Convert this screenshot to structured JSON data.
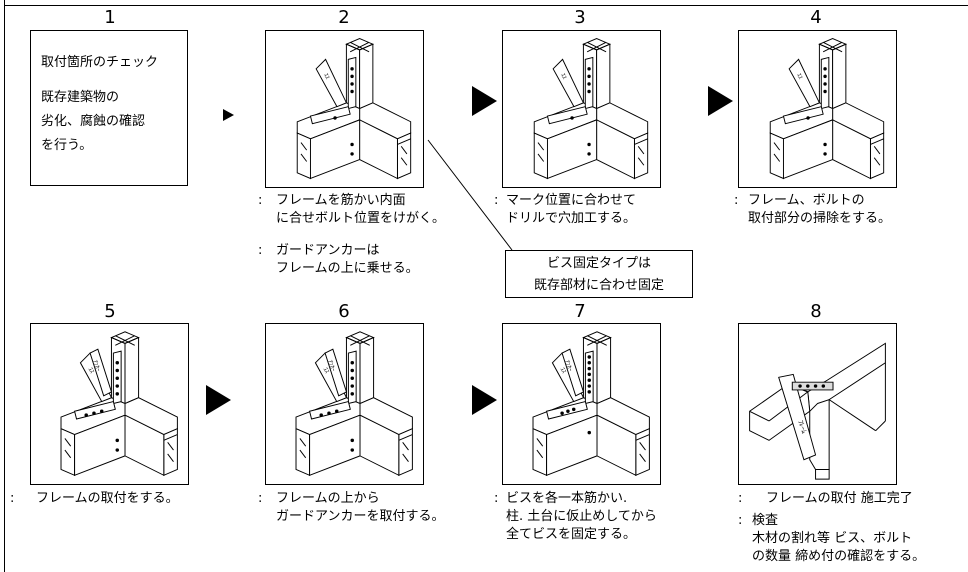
{
  "steps": [
    {
      "num": "1"
    },
    {
      "num": "2"
    },
    {
      "num": "3"
    },
    {
      "num": "4"
    },
    {
      "num": "5"
    },
    {
      "num": "6"
    },
    {
      "num": "7"
    },
    {
      "num": "8"
    }
  ],
  "step1_box": {
    "title": "取付箇所のチェック",
    "lines": [
      "既存建築物の",
      "劣化、腐蝕の確認",
      "を行う。"
    ]
  },
  "captions": {
    "step2a": {
      "colon": ":",
      "lines": [
        "フレームを筋かい内面",
        "に合せボルト位置をけがく。"
      ]
    },
    "step2b": {
      "colon": ":",
      "lines": [
        "ガードアンカーは",
        "フレームの上に乗せる。"
      ]
    },
    "step3": {
      "colon": ":",
      "lines": [
        "マーク位置に合わせて",
        "ドリルで穴加工する。"
      ]
    },
    "step4": {
      "colon": ":",
      "lines": [
        "フレーム、ボルトの",
        "取付部分の掃除をする。"
      ]
    },
    "step5": {
      "colon": ":",
      "lines": [
        "フレームの取付をする。"
      ]
    },
    "step6": {
      "colon": ":",
      "lines": [
        "フレームの上から",
        "ガードアンカーを取付する。"
      ]
    },
    "step7": {
      "colon": ":",
      "lines": [
        "ビスを各一本筋かい.",
        "柱. 土台に仮止めしてから",
        "全てビスを固定する。"
      ]
    },
    "step8a": {
      "colon": ":",
      "lines": [
        "フレームの取付 施工完了"
      ]
    },
    "step8b": {
      "colon": ":",
      "lines": [
        "検査",
        "木材の割れ等 ビス、ボルト",
        "の数量 締め付の確認をする。"
      ]
    }
  },
  "callout": {
    "lines": [
      "ビス固定タイプは",
      "既存部材に合わせ固定"
    ]
  },
  "icons": {
    "step_arrow": "triangle-right-icon",
    "joint_drawing": "timber-joint-icon"
  }
}
